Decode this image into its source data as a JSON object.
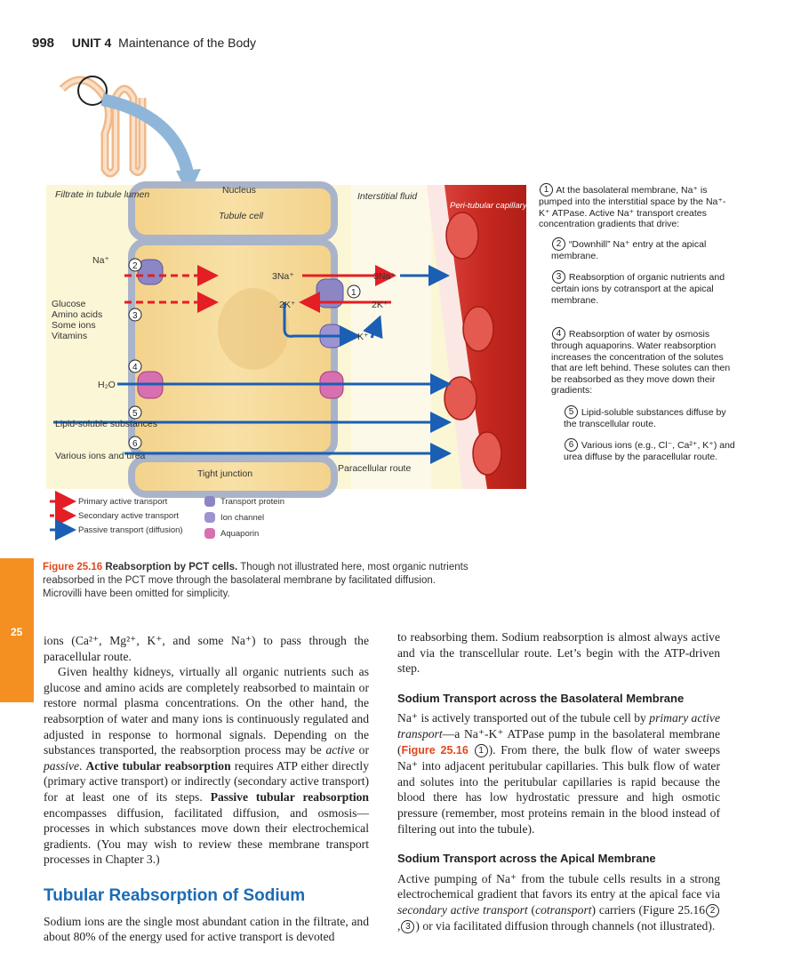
{
  "header": {
    "page_number": "998",
    "unit": "UNIT 4",
    "unit_title": "Maintenance of the Body"
  },
  "figure": {
    "label_filtrate": "Filtrate in tubule lumen",
    "label_nucleus": "Nucleus",
    "label_tubule_cell": "Tubule cell",
    "label_interstitial": "Interstitial fluid",
    "label_capillary": "Peri-tubular capillary",
    "label_na": "Na⁺",
    "label_3na_left": "3Na⁺",
    "label_3na_right": "3Na⁺",
    "label_2k_left": "2K⁺",
    "label_2k_right": "2K⁺",
    "label_k": "K⁺",
    "label_glucose": "Glucose",
    "label_amino": "Amino acids",
    "label_someions": "Some ions",
    "label_vitamins": "Vitamins",
    "label_h2o": "H₂O",
    "label_lipid": "Lipid-soluble substances",
    "label_various": "Various ions and urea",
    "label_tight": "Tight junction",
    "label_paracellular": "Paracellular route",
    "legend": {
      "primary": "Primary active transport",
      "secondary": "Secondary active transport",
      "passive": "Passive transport (diffusion)",
      "protein": "Transport protein",
      "channel": "Ion channel",
      "aquaporin": "Aquaporin"
    },
    "steps": [
      {
        "num": "1",
        "text": "At the basolateral membrane, Na⁺ is pumped into the interstitial space by the Na⁺-K⁺ ATPase. Active Na⁺ transport creates concentration gradients that drive:"
      },
      {
        "num": "2",
        "text": "“Downhill” Na⁺ entry at the apical membrane."
      },
      {
        "num": "3",
        "text": "Reabsorption of organic nutrients and certain ions by cotransport at the apical membrane."
      },
      {
        "num": "4",
        "text": "Reabsorption of water by osmosis through aquaporins. Water reabsorption increases the concentration of the solutes that are left behind. These solutes can then be reabsorbed as they move down their gradients:"
      },
      {
        "num": "5",
        "text": "Lipid-soluble substances diffuse by the transcellular route."
      },
      {
        "num": "6",
        "text": "Various ions (e.g., Cl⁻, Ca²⁺, K⁺) and urea diffuse by the paracellular route."
      }
    ]
  },
  "caption": {
    "label": "Figure 25.16",
    "title": "Reabsorption by PCT cells.",
    "text": "Though not illustrated here, most organic nutrients reabsorbed in the PCT move through the basolateral membrane by facilitated diffusion. Microvilli have been omitted for simplicity."
  },
  "chapter_tab": "25",
  "left_column": {
    "p1": "ions (Ca²⁺, Mg²⁺, K⁺, and some Na⁺) to pass through the paracellular route.",
    "p2a": "Given healthy kidneys, virtually all organic nutrients such as glucose and amino acids are completely reabsorbed to maintain or restore normal plasma concentrations. On the other hand, the reabsorption of water and many ions is continuously regulated and adjusted in response to hormonal signals. Depending on the substances transported, the reabsorption process may be ",
    "p2_active": "active",
    "p2_or": " or ",
    "p2_passive": "passive",
    "p2_dot": ". ",
    "p2_term1": "Active tubular reabsorption",
    "p2b": " requires ATP either directly (primary active transport) or indirectly (secondary active transport) for at least one of its steps. ",
    "p2_term2": "Passive tubular reabsorption",
    "p2c": " encompasses diffusion, facilitated diffusion, and osmosis—processes in which substances move down their electrochemical gradients. (You may wish to review these membrane transport processes in Chapter 3.)",
    "heading": "Tubular Reabsorption of Sodium",
    "p3": "Sodium ions are the single most abundant cation in the filtrate, and about 80% of the energy used for active transport is devoted"
  },
  "right_column": {
    "p1": "to reabsorbing them. Sodium reabsorption is almost always active and via the transcellular route. Let’s begin with the ATP-driven step.",
    "h1": "Sodium Transport across the Basolateral Membrane",
    "p2a": "Na⁺ is actively transported out of the tubule cell by ",
    "p2_term": "primary active transport",
    "p2b": "—a Na⁺-K⁺ ATPase pump in the basolateral membrane (",
    "p2_ref": "Figure 25.16",
    "p2_num": "1",
    "p2c": "). From there, the bulk flow of water sweeps Na⁺ into adjacent peritubular capillaries. This bulk flow of water and solutes into the peritubular capillaries is rapid because the blood there has low hydrostatic pressure and high osmotic pressure (remember, most proteins remain in the blood instead of filtering out into the tubule).",
    "h2": "Sodium Transport across the Apical Membrane",
    "p3a": "Active pumping of Na⁺ from the tubule cells results in a strong electrochemical gradient that favors its entry at the apical face via ",
    "p3_term1": "secondary active transport",
    "p3_paren1": " (",
    "p3_term2": "cotransport",
    "p3b": ") carriers (Figure 25.16",
    "p3_num1": "2",
    "p3_comma": ",",
    "p3_num2": "3",
    "p3c": ") or via facilitated diffusion through channels (not illustrated)."
  },
  "colors": {
    "primary_red": "#e31e24",
    "passive_blue": "#1a5fb4",
    "section_blue": "#1a6bb5",
    "tab_orange": "#f39021",
    "cell_yellow": "#f6d58c"
  }
}
